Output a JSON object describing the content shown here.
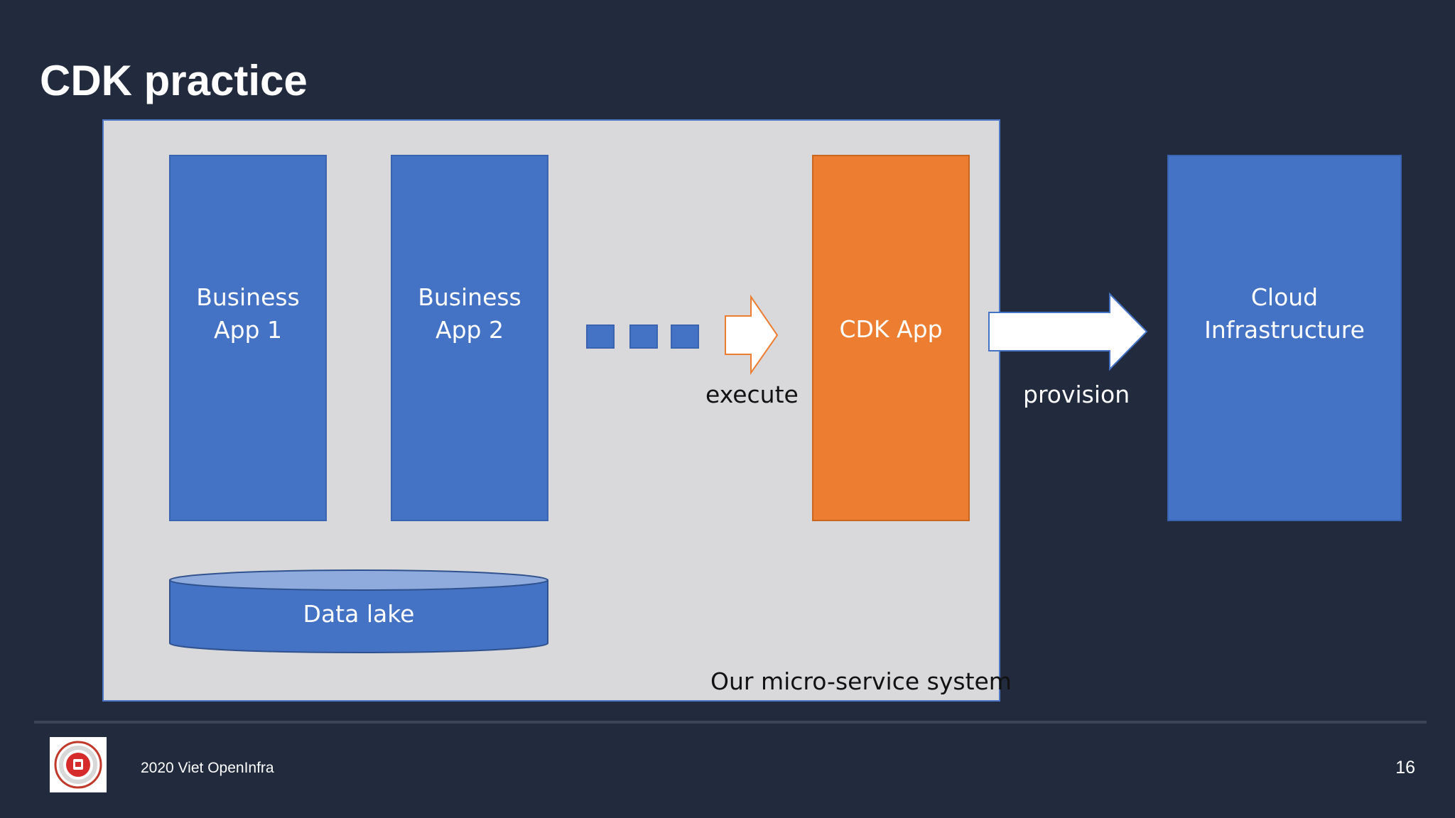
{
  "slide": {
    "title": "CDK practice",
    "page_number": "16"
  },
  "diagram": {
    "system_label": "Our micro-service system",
    "business_app_1": {
      "line1": "Business",
      "line2": "App 1"
    },
    "business_app_2": {
      "line1": "Business",
      "line2": "App 2"
    },
    "cdk_app": "CDK App",
    "cloud_infra": {
      "line1": "Cloud",
      "line2": "Infrastructure"
    },
    "data_lake": "Data lake",
    "execute_label": "execute",
    "provision_label": "provision"
  },
  "footer": {
    "organization": "2020 Viet OpenInfra"
  },
  "colors": {
    "background": "#222b3d",
    "system_box": "#d9d9dc",
    "blue": "#4472c4",
    "orange": "#ed7d31"
  }
}
